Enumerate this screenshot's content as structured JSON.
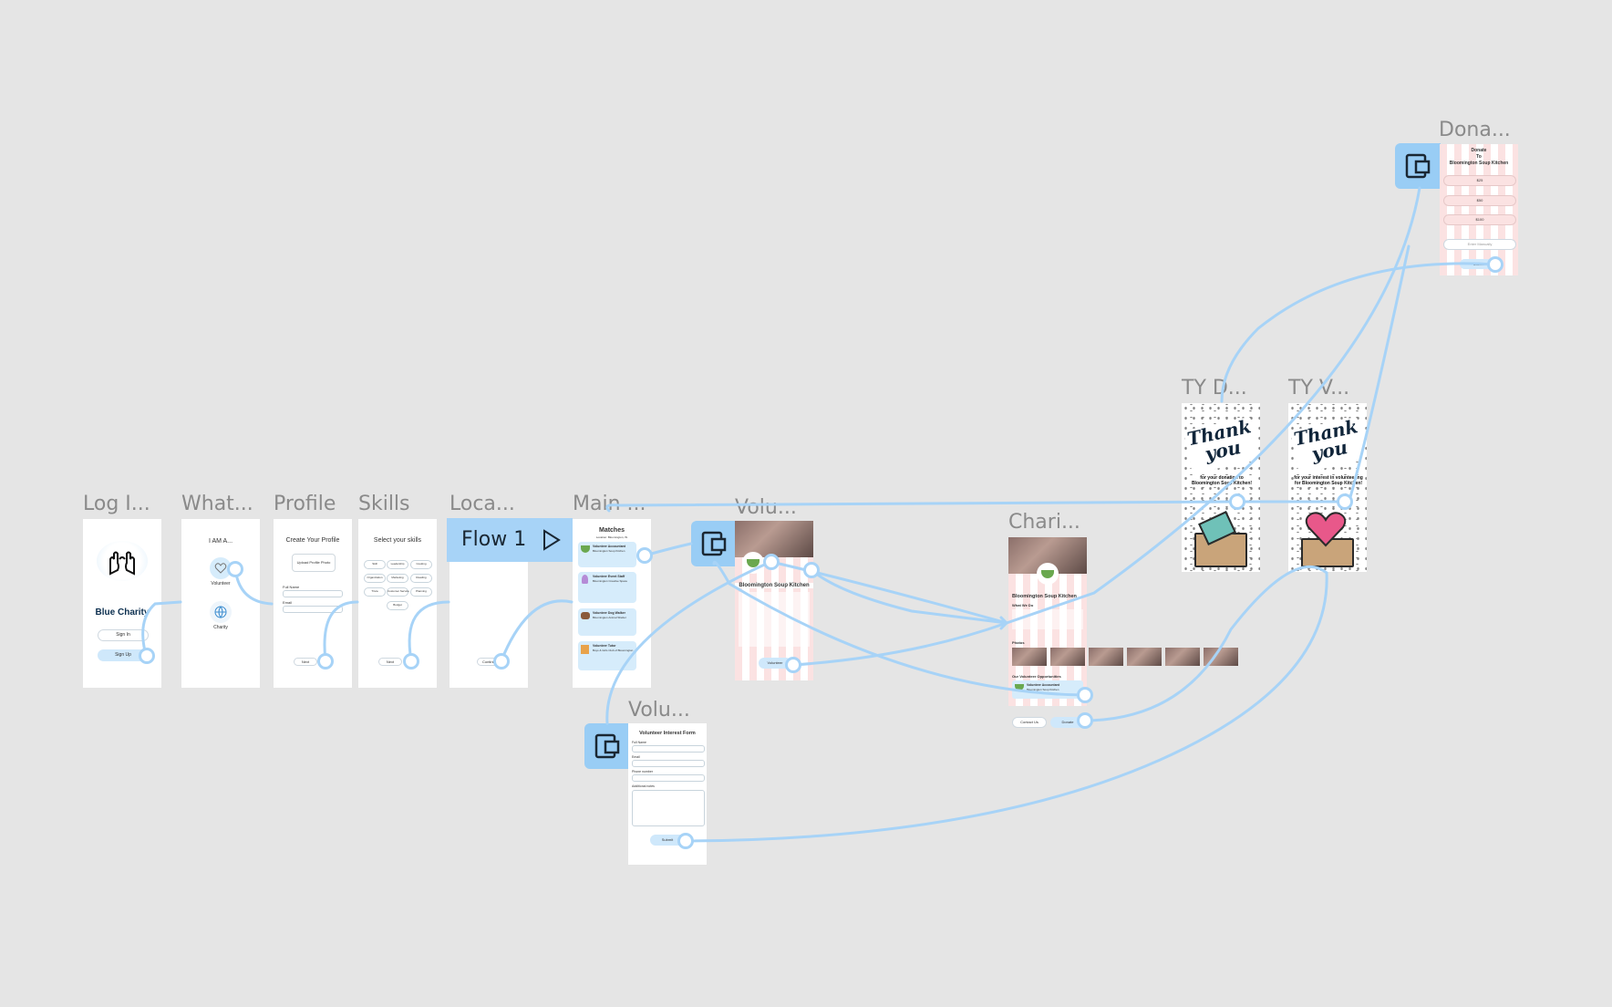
{
  "frames": {
    "login": {
      "title": "Log I...",
      "app_name": "Blue Charity",
      "sign_in": "Sign In",
      "sign_up": "Sign Up"
    },
    "what": {
      "title": "What...",
      "heading": "I AM A...",
      "opt1": "Volunteer",
      "opt2": "Charity"
    },
    "profile": {
      "title": "Profile",
      "heading": "Create Your Profile",
      "upload": "Upload Profile Photo",
      "full_name": "Full Name",
      "email": "Email",
      "next": "Next"
    },
    "skills": {
      "title": "Skills",
      "heading": "Select your skills",
      "chips": [
        "Skill",
        "Leadership",
        "Cooking",
        "Organization",
        "Marketing",
        "Reading",
        "Trivia",
        "Customer Service",
        "Planning",
        "Budget"
      ],
      "next": "Next"
    },
    "location": {
      "title": "Loca...",
      "next": "Continue"
    },
    "flow": {
      "label": "Flow 1"
    },
    "main": {
      "title": "Main ...",
      "heading": "Matches",
      "sub": "Location: Bloomington, IN",
      "cards": [
        {
          "title": "Volunteer Accountant",
          "org": "Bloomington Soup Kitchen"
        },
        {
          "title": "Volunteer Event Staff",
          "org": "Bloomington Creative Space"
        },
        {
          "title": "Volunteer Dog Walker",
          "org": "Bloomington Animal Shelter"
        },
        {
          "title": "Volunteer Tutor",
          "org": "Boys & Girls Club of Bloomington"
        }
      ]
    },
    "volu_detail": {
      "title": "Volu...",
      "name": "Bloomington Soup Kitchen",
      "volunteer": "Volunteer"
    },
    "volu_form": {
      "title": "Volu...",
      "heading": "Volunteer Interest Form",
      "full_name": "Full Name",
      "email": "Email",
      "phone": "Phone number",
      "additional": "Additional notes",
      "submit": "Submit"
    },
    "charity": {
      "title": "Chari...",
      "name": "Bloomington Soup Kitchen",
      "what_we_do": "What We Do",
      "photos": "Photos",
      "opps": "Our Volunteer Opportunities",
      "opp1": "Volunteer Accountant",
      "opp1_org": "Bloomington Soup Kitchen",
      "contact": "Contact Us",
      "donate": "Donate"
    },
    "donate": {
      "title": "Dona...",
      "heading1": "Donate",
      "heading2": "To",
      "heading3": "Bloomington Soup Kitchen",
      "amounts": [
        "$25",
        "$50",
        "$100"
      ],
      "manual": "Enter Manually",
      "submit": "Submit"
    },
    "ty_donate": {
      "title": "TY D...",
      "thank": "Thank you",
      "msg": "for your donation to Bloomington Soup Kitchen!"
    },
    "ty_volunteer": {
      "title": "TY V...",
      "thank": "Thank you",
      "msg": "for your interest in volunteering for Bloomington Soup Kitchen!"
    }
  },
  "colors": {
    "canvas": "#e5e5e5",
    "accent": "#a7d3f7",
    "pink": "#fbe2e2"
  },
  "icons": {
    "device": "device-frame-icon",
    "play": "play-icon",
    "hands": "hands-icon"
  }
}
